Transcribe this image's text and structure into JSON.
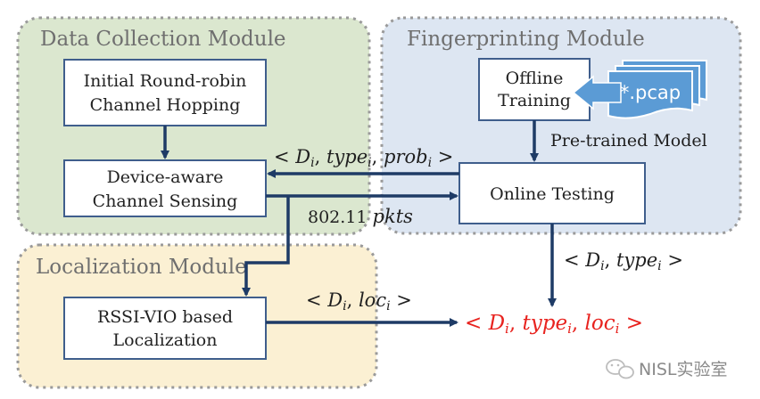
{
  "colors": {
    "data_collection_bg": "#dbe7cf",
    "fingerprinting_bg": "#dde6f2",
    "localization_bg": "#fbf0d3",
    "module_border": "#9a9a9a",
    "box_border": "#3f5e8c",
    "arrow": "#1e3b66",
    "pcap_fill": "#5b9bd5",
    "result_red": "#e8231f"
  },
  "modules": {
    "data_collection": {
      "title": "Data Collection Module"
    },
    "fingerprinting": {
      "title": "Fingerprinting Module"
    },
    "localization": {
      "title": "Localization Module"
    }
  },
  "boxes": {
    "channel_hopping": {
      "line1": "Initial Round-robin",
      "line2": "Channel Hopping"
    },
    "channel_sensing": {
      "line1": "Device-aware",
      "line2": "Channel Sensing"
    },
    "offline_training": {
      "line1": "Offline",
      "line2": "Training"
    },
    "online_testing": {
      "line1": "Online Testing"
    },
    "localization": {
      "line1": "RSSI-VIO based",
      "line2": "Localization"
    }
  },
  "pcap": {
    "label": "*.pcap",
    "icon": "stacked-documents-icon"
  },
  "labels": {
    "pretrained_model": "Pre-trained Model",
    "pkts_prefix": "802.11 ",
    "pkts_var": "pkts",
    "tuple_prob": {
      "open": "< ",
      "d": "D",
      "d_sub": "i",
      "sep1": ", ",
      "t": "type",
      "t_sub": "i",
      "sep2": ", ",
      "p": "prob",
      "p_sub": "i",
      "close": " >"
    },
    "tuple_type": {
      "open": "< ",
      "d": "D",
      "d_sub": "i",
      "sep1": ", ",
      "t": "type",
      "t_sub": "i",
      "close": " >"
    },
    "tuple_loc": {
      "open": "< ",
      "d": "D",
      "d_sub": "i",
      "sep1": ", ",
      "l": "loc",
      "l_sub": "i",
      "close": " >"
    },
    "tuple_result": {
      "open": "< ",
      "d": "D",
      "d_sub": "i",
      "sep1": ", ",
      "t": "type",
      "t_sub": "i",
      "sep2": ", ",
      "l": "loc",
      "l_sub": "i",
      "close": " >"
    }
  },
  "watermark": {
    "text": "NISL实验室",
    "icon": "wechat-icon"
  }
}
